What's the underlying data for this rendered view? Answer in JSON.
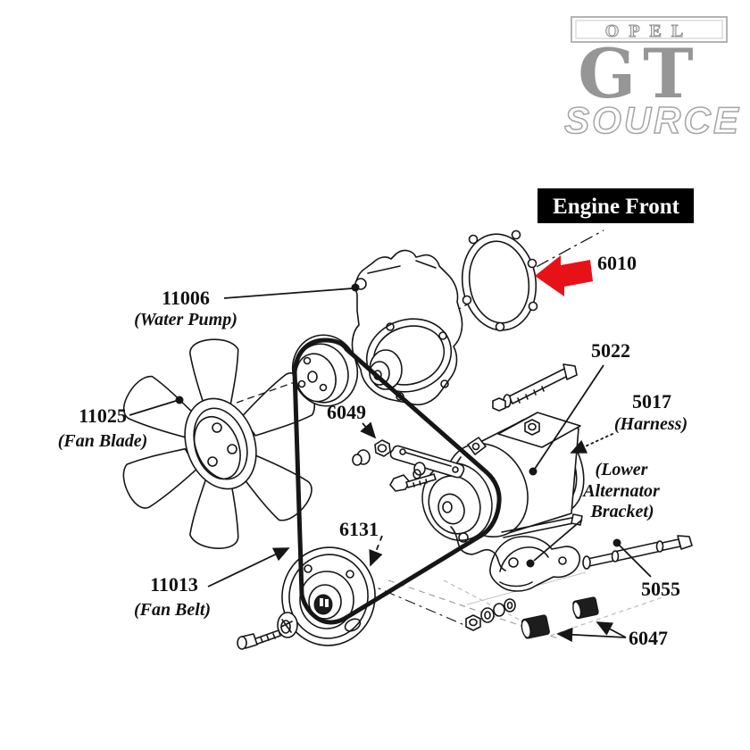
{
  "logo": {
    "opel": "OPEL",
    "gt": "GT",
    "source": "SOURCE"
  },
  "badge": {
    "text": "Engine Front"
  },
  "labels": {
    "p6010": {
      "id": "6010"
    },
    "p11006": {
      "id": "11006",
      "name": "(Water Pump)"
    },
    "p11025": {
      "id": "11025",
      "name": "(Fan Blade)"
    },
    "p6049": {
      "id": "6049"
    },
    "p5022": {
      "id": "5022"
    },
    "p5017": {
      "id": "5017",
      "name": "(Harness)"
    },
    "bracket_note": {
      "line1": "(Lower",
      "line2": "Alternator",
      "line3": "Bracket)"
    },
    "p6131": {
      "id": "6131"
    },
    "p11013": {
      "id": "11013",
      "name": "(Fan Belt)"
    },
    "p5055": {
      "id": "5055"
    },
    "p6047": {
      "id": "6047"
    }
  },
  "colors": {
    "arrow_red": "#e61218",
    "ink": "#161616",
    "logo_gray": "#969696",
    "badge_bg": "#000000",
    "badge_text": "#ffffff"
  }
}
